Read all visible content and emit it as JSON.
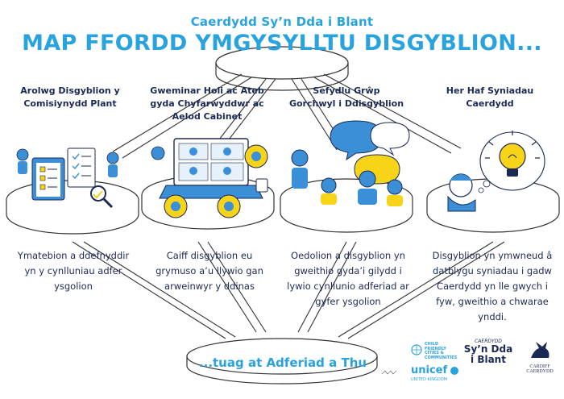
{
  "header": {
    "subtitle": "Caerdydd Sy’n Dda i Blant",
    "title": "MAP FFORDD YMGYSYLLTU DISGYBLION..."
  },
  "columns": [
    {
      "heading_lines": [
        "Arolwg Disgyblion y",
        "Comisiynydd Plant"
      ],
      "desc_lines": [
        "Ymatebion a ddefnyddir",
        "yn y cynlluniau adfer",
        "ysgolion"
      ]
    },
    {
      "heading_lines": [
        "Gweminar Holi ac Ateb",
        "gyda Chyfarwyddwr ac",
        "Aelod Cabinet"
      ],
      "desc_lines": [
        "Caiff disgyblion eu",
        "grymuso a’u llywio gan",
        "arweinwyr y ddinas"
      ]
    },
    {
      "heading_lines": [
        "Sefydlu Grŵp",
        "Gorchwyl i Ddisgyblion"
      ],
      "desc_lines": [
        "Oedolion a disgyblion yn",
        "gweithio gyda’i gilydd i",
        "lywio cynllunio adferiad ar",
        "gyfer ysgolion"
      ]
    },
    {
      "heading_lines": [
        "Her Haf Syniadau",
        "Caerdydd"
      ],
      "desc_lines": [
        "Disgyblion yn ymwneud â",
        "datblygu syniadau i gadw",
        "Caerdydd yn lle gwych i",
        "fyw, gweithio a chwarae",
        "ynddi."
      ]
    }
  ],
  "bottom_label": "...tuag at Adferiad a Thu",
  "logos": {
    "unicef": "unicef",
    "unicef_sub": "UNITED KINGDOM",
    "cfc_lines": [
      "CHILD",
      "FRIENDLY",
      "CITIES &",
      "COMMUNITIES"
    ],
    "sdib_top": "CAERDYDD",
    "sdib_line1": "Sy’n Dda",
    "sdib_line2": "i Blant",
    "cardiff_line1": "CARDIFF",
    "cardiff_line2": "CAERDYDD"
  },
  "colors": {
    "accent_blue": "#29a3dd",
    "navy": "#1b2a55",
    "yellow": "#f7d417",
    "mid_blue": "#3a8fd6",
    "line_gray": "#8c8c8c"
  }
}
